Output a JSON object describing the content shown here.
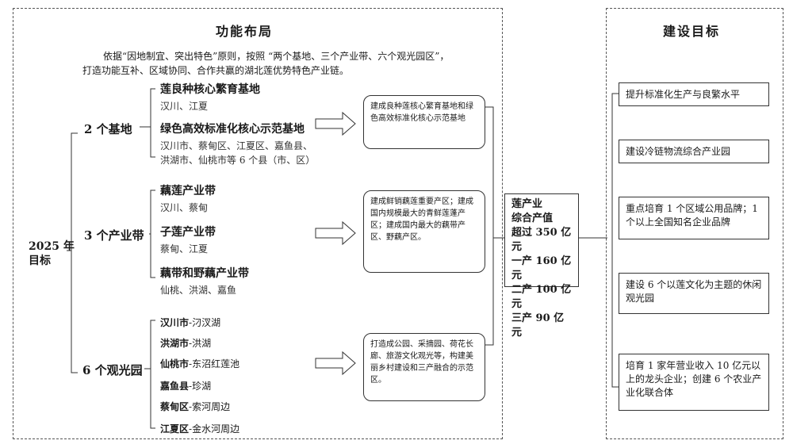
{
  "left": {
    "title": "功能布局",
    "intro_line1": "依据“因地制宜、突出特色”原则，按照 “两个基地、三个产业带、六个观光园区”，",
    "intro_line2": "打造功能互补、区域协同、合作共赢的湖北莲优势特色产业链。",
    "root_line1": "2025 年",
    "root_line2": "目标",
    "groups": [
      {
        "label": "2 个基地",
        "items": [
          {
            "name": "莲良种核心繁育基地",
            "place": "汉川、江夏"
          },
          {
            "name": "绿色高效标准化核心示范基地",
            "place_line1": "汉川市、蔡甸区、江夏区、嘉鱼县、",
            "place_line2": "洪湖市、仙桃市等 6 个县（市、区）"
          }
        ],
        "result": "建成良种莲核心繁育基地和绿色高效标准化核心示范基地"
      },
      {
        "label": "3 个产业带",
        "items": [
          {
            "name": "藕莲产业带",
            "place": "汉川、蔡甸"
          },
          {
            "name": "子莲产业带",
            "place": "蔡甸、江夏"
          },
          {
            "name": "藕带和野藕产业带",
            "place": "仙桃、洪湖、嘉鱼"
          }
        ],
        "result": "建成鲜销藕莲重要产区；建成国内规模最大的青鲜莲蓬产区；建成国内最大的藕带产区、野藕产区。"
      },
      {
        "label": "6 个观光园",
        "items": [
          {
            "city": "汉川市",
            "place": "-汈汊湖"
          },
          {
            "city": "洪湖市",
            "place": "-洪湖"
          },
          {
            "city": "仙桃市",
            "place": "-东沼红莲池"
          },
          {
            "city": "嘉鱼县",
            "place": "-珍湖"
          },
          {
            "city": "蔡甸区",
            "place": "-索河周边"
          },
          {
            "city": "江夏区",
            "place": "-金水河周边"
          }
        ],
        "result": "打造成公园、采摘园、荷花长廊、旅游文化观光等，构建美丽乡村建设和三产融合的示范区。"
      }
    ]
  },
  "center": {
    "lines": [
      "莲产业",
      "综合产值",
      "超过 350 亿元",
      "一产 160 亿元",
      "二产 100 亿元",
      "三产 90 亿元"
    ]
  },
  "right": {
    "title": "建设目标",
    "goals": [
      "提升标准化生产与良繁水平",
      "建设冷链物流综合产业园",
      "重点培育 1 个区域公用品牌；1 个以上全国知名企业品牌",
      "建设 6 个以莲文化为主题的休闲观光园",
      "培育 1 家年营业收入 10 亿元以上的龙头企业；创建 6 个农业产业化联合体"
    ]
  },
  "colors": {
    "line": "#333333",
    "dash": "#555555"
  }
}
